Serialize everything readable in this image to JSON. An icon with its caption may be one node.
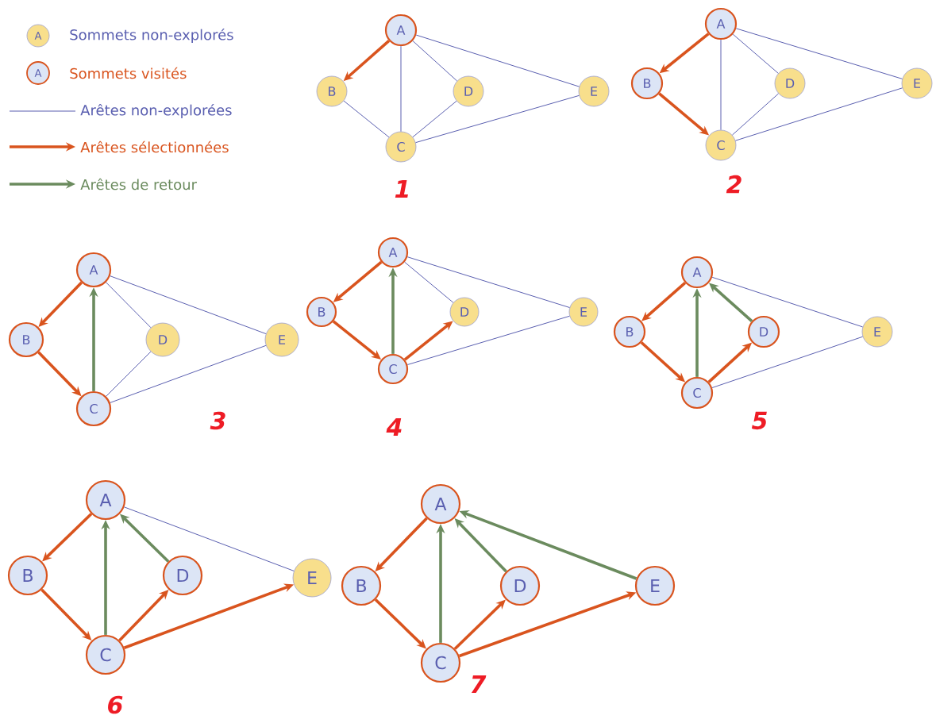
{
  "diagram": {
    "nodes": [
      {
        "text": [
          "A"
        ]
      },
      {
        "text": [
          "B"
        ]
      },
      {
        "text": [
          "C"
        ]
      },
      {
        "text": [
          "D"
        ]
      },
      {
        "text": [
          "E"
        ]
      },
      {
        "text": [
          "A"
        ]
      },
      {
        "text": [
          "B"
        ]
      },
      {
        "text": [
          "C"
        ]
      },
      {
        "text": [
          "D"
        ]
      },
      {
        "text": [
          "E"
        ]
      },
      {
        "text": [
          "A"
        ]
      },
      {
        "text": [
          "B"
        ]
      },
      {
        "text": [
          "C"
        ]
      },
      {
        "text": [
          "D"
        ]
      },
      {
        "text": [
          "E"
        ]
      },
      {
        "text": [
          "A"
        ]
      },
      {
        "text": [
          "B"
        ]
      },
      {
        "text": [
          "C"
        ]
      },
      {
        "text": [
          "D"
        ]
      },
      {
        "text": [
          "E"
        ]
      },
      {
        "text": [
          "A"
        ]
      },
      {
        "text": [
          "B"
        ]
      },
      {
        "text": [
          "C"
        ]
      },
      {
        "text": [
          "D"
        ]
      },
      {
        "text": [
          "E"
        ]
      },
      {
        "text": [
          "A"
        ]
      },
      {
        "text": [
          "B"
        ]
      },
      {
        "text": [
          "C"
        ]
      },
      {
        "text": [
          "D"
        ]
      },
      {
        "text": [
          "E"
        ]
      },
      {
        "text": [
          "A"
        ]
      },
      {
        "text": [
          "B"
        ]
      },
      {
        "text": [
          "C"
        ]
      },
      {
        "text": [
          "D"
        ]
      },
      {
        "text": [
          "E"
        ]
      }
    ],
    "edges": [
      {
        "from": 0,
        "to": 1,
        "arrow": "to",
        "color": "#d9541e"
      },
      {
        "from": 0,
        "to": 2,
        "arrow": "none"
      },
      {
        "from": 0,
        "to": 3,
        "arrow": "none"
      },
      {
        "from": 0,
        "to": 4,
        "arrow": "none"
      },
      {
        "from": 1,
        "to": 2,
        "arrow": "none"
      },
      {
        "from": 2,
        "to": 3,
        "arrow": "none"
      },
      {
        "from": 2,
        "to": 4,
        "arrow": "none"
      },
      {
        "from": 5,
        "to": 6,
        "arrow": "to",
        "color": "#d9541e"
      },
      {
        "from": 6,
        "to": 7,
        "arrow": "to",
        "color": "#d9541e"
      },
      {
        "from": 5,
        "to": 7,
        "arrow": "none"
      },
      {
        "from": 5,
        "to": 8,
        "arrow": "none"
      },
      {
        "from": 5,
        "to": 9,
        "arrow": "none"
      },
      {
        "from": 7,
        "to": 8,
        "arrow": "none"
      },
      {
        "from": 7,
        "to": 9,
        "arrow": "none"
      },
      {
        "from": 10,
        "to": 11,
        "arrow": "to",
        "color": "#d9541e"
      },
      {
        "from": 11,
        "to": 12,
        "arrow": "to",
        "color": "#d9541e"
      },
      {
        "from": 12,
        "to": 10,
        "arrow": "to",
        "color": "#6b8b5e"
      },
      {
        "from": 10,
        "to": 13,
        "arrow": "none"
      },
      {
        "from": 10,
        "to": 14,
        "arrow": "none"
      },
      {
        "from": 12,
        "to": 13,
        "arrow": "none"
      },
      {
        "from": 12,
        "to": 14,
        "arrow": "none"
      },
      {
        "from": 15,
        "to": 16,
        "arrow": "to",
        "color": "#d9541e"
      },
      {
        "from": 16,
        "to": 17,
        "arrow": "to",
        "color": "#d9541e"
      },
      {
        "from": 17,
        "to": 15,
        "arrow": "to",
        "color": "#6b8b5e"
      },
      {
        "from": 17,
        "to": 18,
        "arrow": "to",
        "color": "#d9541e"
      },
      {
        "from": 15,
        "to": 18,
        "arrow": "none"
      },
      {
        "from": 15,
        "to": 19,
        "arrow": "none"
      },
      {
        "from": 17,
        "to": 19,
        "arrow": "none"
      },
      {
        "from": 20,
        "to": 21,
        "arrow": "to",
        "color": "#d9541e"
      },
      {
        "from": 21,
        "to": 22,
        "arrow": "to",
        "color": "#d9541e"
      },
      {
        "from": 22,
        "to": 20,
        "arrow": "to",
        "color": "#6b8b5e"
      },
      {
        "from": 22,
        "to": 23,
        "arrow": "to",
        "color": "#d9541e"
      },
      {
        "from": 23,
        "to": 20,
        "arrow": "to",
        "color": "#6b8b5e"
      },
      {
        "from": 20,
        "to": 24,
        "arrow": "none"
      },
      {
        "from": 22,
        "to": 24,
        "arrow": "none"
      },
      {
        "from": 25,
        "to": 26,
        "arrow": "to",
        "color": "#d9541e"
      },
      {
        "from": 26,
        "to": 27,
        "arrow": "to",
        "color": "#d9541e"
      },
      {
        "from": 27,
        "to": 25,
        "arrow": "to",
        "color": "#6b8b5e"
      },
      {
        "from": 27,
        "to": 28,
        "arrow": "to",
        "color": "#d9541e"
      },
      {
        "from": 28,
        "to": 25,
        "arrow": "to",
        "color": "#6b8b5e"
      },
      {
        "from": 27,
        "to": 29,
        "arrow": "to",
        "color": "#d9541e"
      },
      {
        "from": 25,
        "to": 29,
        "arrow": "none"
      },
      {
        "from": 30,
        "to": 31,
        "arrow": "to",
        "color": "#d9541e"
      },
      {
        "from": 31,
        "to": 32,
        "arrow": "to",
        "color": "#d9541e"
      },
      {
        "from": 32,
        "to": 30,
        "arrow": "to",
        "color": "#6b8b5e"
      },
      {
        "from": 32,
        "to": 33,
        "arrow": "to",
        "color": "#d9541e"
      },
      {
        "from": 33,
        "to": 30,
        "arrow": "to",
        "color": "#6b8b5e"
      },
      {
        "from": 32,
        "to": 34,
        "arrow": "to",
        "color": "#d9541e"
      },
      {
        "from": 34,
        "to": 30,
        "arrow": "to",
        "color": "#6b8b5e"
      }
    ],
    "labels": [
      "A",
      "A",
      "1",
      "2",
      "3",
      "4",
      "5",
      "6",
      "7"
    ],
    "legend": [
      {
        "text": "Sommets non-explorés"
      },
      {
        "text": "Sommets visités"
      },
      {
        "text": "Arêtes non-explorées"
      },
      {
        "text": "Arêtes sélectionnées"
      },
      {
        "text": "Arêtes de retour"
      }
    ]
  }
}
